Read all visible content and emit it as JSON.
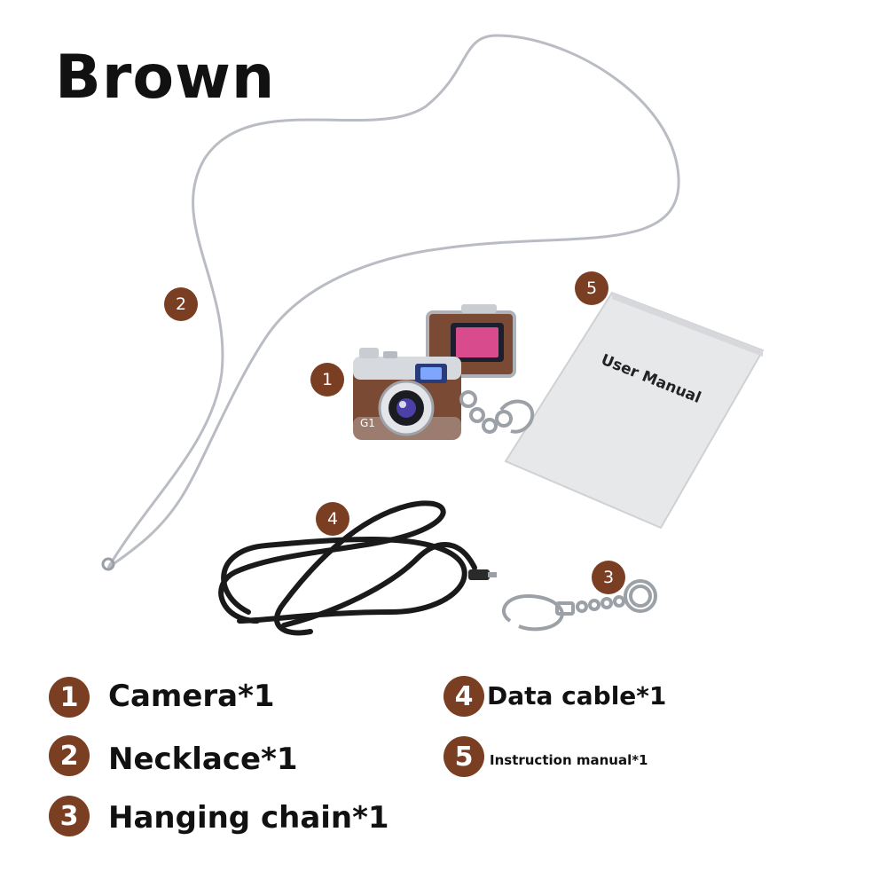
{
  "title": "Brown",
  "manual_cover_text": "User Manual",
  "camera_badge_text": "G1",
  "callouts": [
    "1",
    "2",
    "3",
    "4",
    "5"
  ],
  "legend": [
    {
      "num": "1",
      "label": "Camera*1"
    },
    {
      "num": "2",
      "label": "Necklace*1"
    },
    {
      "num": "3",
      "label": "Hanging chain*1"
    },
    {
      "num": "4",
      "label": "Data cable*1"
    },
    {
      "num": "5",
      "label": "Instruction manual*1"
    }
  ],
  "colors": {
    "badge": "#7a3e23",
    "camera_body": "#7b4a34",
    "metal": "#c9ccd1",
    "cable": "#1a1a1a"
  }
}
